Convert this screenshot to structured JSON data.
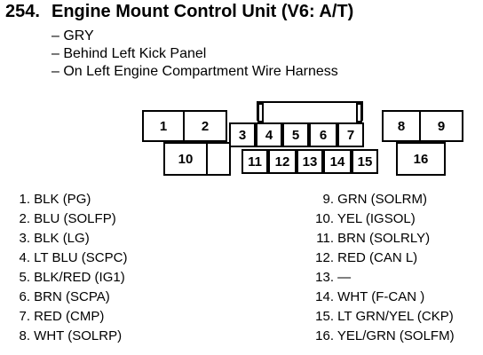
{
  "heading": {
    "number": "254.",
    "title": "Engine Mount Control Unit (V6: A/T)"
  },
  "details": [
    "– GRY",
    "– Behind Left Kick Panel",
    "– On Left Engine Compartment Wire Harness"
  ],
  "connector": {
    "cavities": [
      "1",
      "2",
      "3",
      "4",
      "5",
      "6",
      "7",
      "8",
      "9",
      "10",
      "11",
      "12",
      "13",
      "14",
      "15",
      "16"
    ]
  },
  "pins_left": [
    {
      "num": "1.",
      "desc": "BLK (PG)"
    },
    {
      "num": "2.",
      "desc": "BLU (SOLFP)"
    },
    {
      "num": "3.",
      "desc": "BLK (LG)"
    },
    {
      "num": "4.",
      "desc": "LT BLU (SCPC)"
    },
    {
      "num": "5.",
      "desc": "BLK/RED (IG1)"
    },
    {
      "num": "6.",
      "desc": "BRN (SCPA)"
    },
    {
      "num": "7.",
      "desc": "RED (CMP)"
    },
    {
      "num": "8.",
      "desc": "WHT (SOLRP)"
    }
  ],
  "pins_right": [
    {
      "num": "9.",
      "desc": "GRN (SOLRM)"
    },
    {
      "num": "10.",
      "desc": "YEL (IGSOL)"
    },
    {
      "num": "11.",
      "desc": "BRN (SOLRLY)"
    },
    {
      "num": "12.",
      "desc": "RED (CAN L)"
    },
    {
      "num": "13.",
      "desc": "—"
    },
    {
      "num": "14.",
      "desc": "WHT (F-CAN )"
    },
    {
      "num": "15.",
      "desc": "LT GRN/YEL (CKP)"
    },
    {
      "num": "16.",
      "desc": "YEL/GRN (SOLFM)"
    }
  ]
}
